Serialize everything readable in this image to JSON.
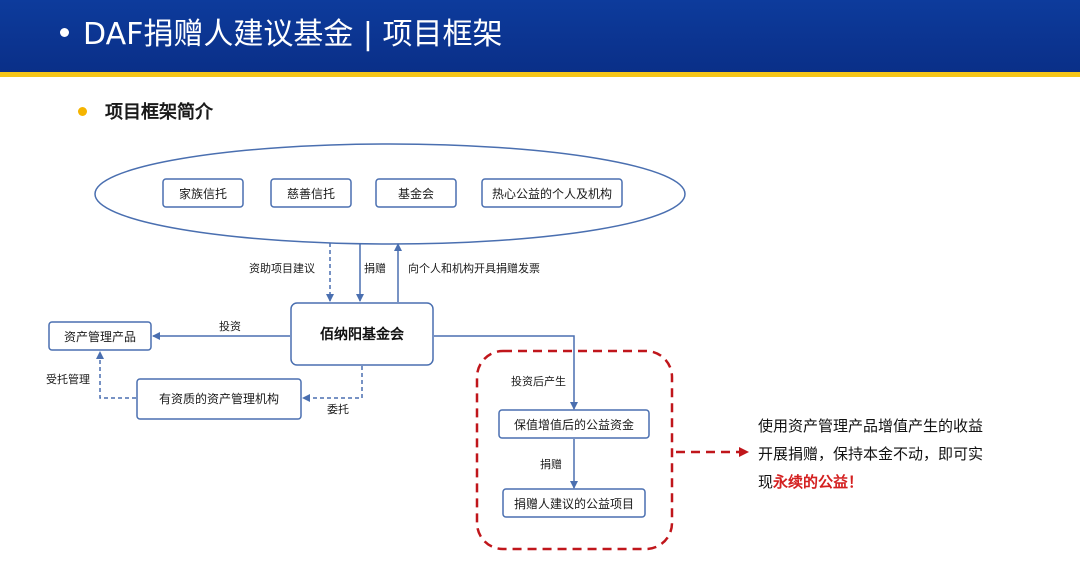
{
  "header": {
    "title": "DAF捐赠人建议基金 | 项目框架"
  },
  "section": {
    "title": "项目框架简介"
  },
  "donors": [
    "家族信托",
    "慈善信托",
    "基金会",
    "热心公益的个人及机构"
  ],
  "foundation": "佰纳阳基金会",
  "left": {
    "product": "资产管理产品",
    "institution": "有资质的资产管理机构"
  },
  "edges": {
    "advice": "资助项目建议",
    "donate": "捐赠",
    "receipt": "向个人和机构开具捐赠发票",
    "invest": "投资",
    "entrusted": "受托管理",
    "entrust": "委托",
    "after_invest": "投资后产生",
    "donate2": "捐赠"
  },
  "right": {
    "fund": "保值增值后的公益资金",
    "project": "捐赠人建议的公益项目"
  },
  "note": {
    "line1": "使用资产管理产品增值产生的收益",
    "line2": "开展捐赠，保持本金不动，即可实",
    "line3_prefix": "现",
    "line3_highlight": "永续的公益！"
  },
  "colors": {
    "header": "#0d3b9c",
    "accent_yellow": "#f5c518",
    "line_blue": "#4a6fb0",
    "dashed_red": "#c0161b"
  }
}
